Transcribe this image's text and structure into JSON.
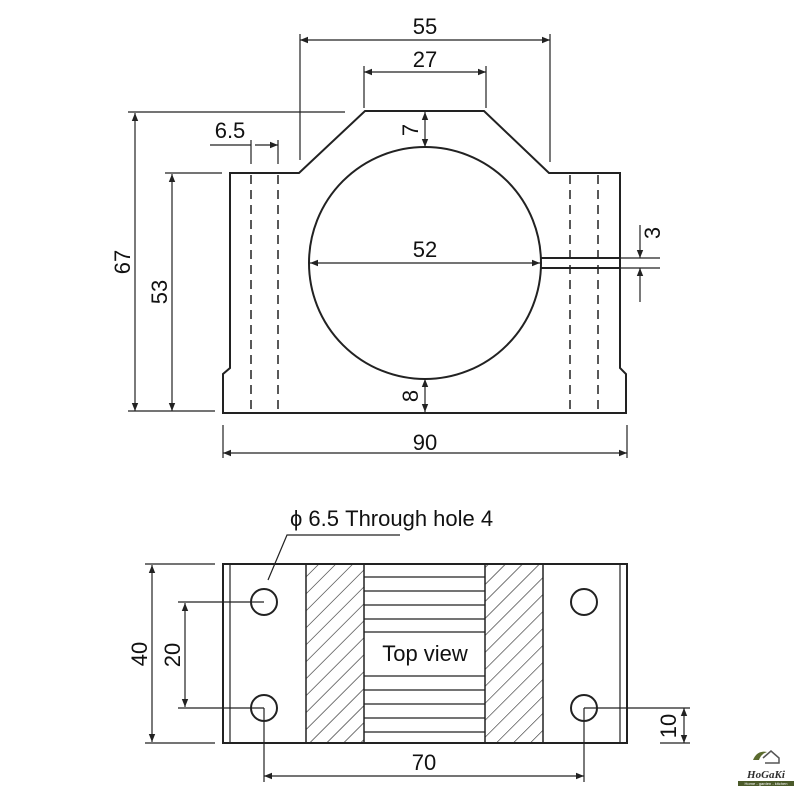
{
  "front_view": {
    "dims": {
      "top_width": "55",
      "flat_width": "27",
      "hole_dia": "6.5",
      "top_thickness": "7",
      "total_height": "67",
      "body_height": "53",
      "bore": "52",
      "slot": "3",
      "bottom_thickness": "8",
      "width": "90"
    }
  },
  "top_view": {
    "label": "Top view",
    "note": "ϕ 6.5 Through hole 4",
    "dims": {
      "depth": "40",
      "hole_spacing_y": "20",
      "hole_spacing_x": "70",
      "hole_offset": "10"
    }
  },
  "logo": {
    "name": "HoGaKi",
    "tagline": "Home - garden - kitchen"
  }
}
